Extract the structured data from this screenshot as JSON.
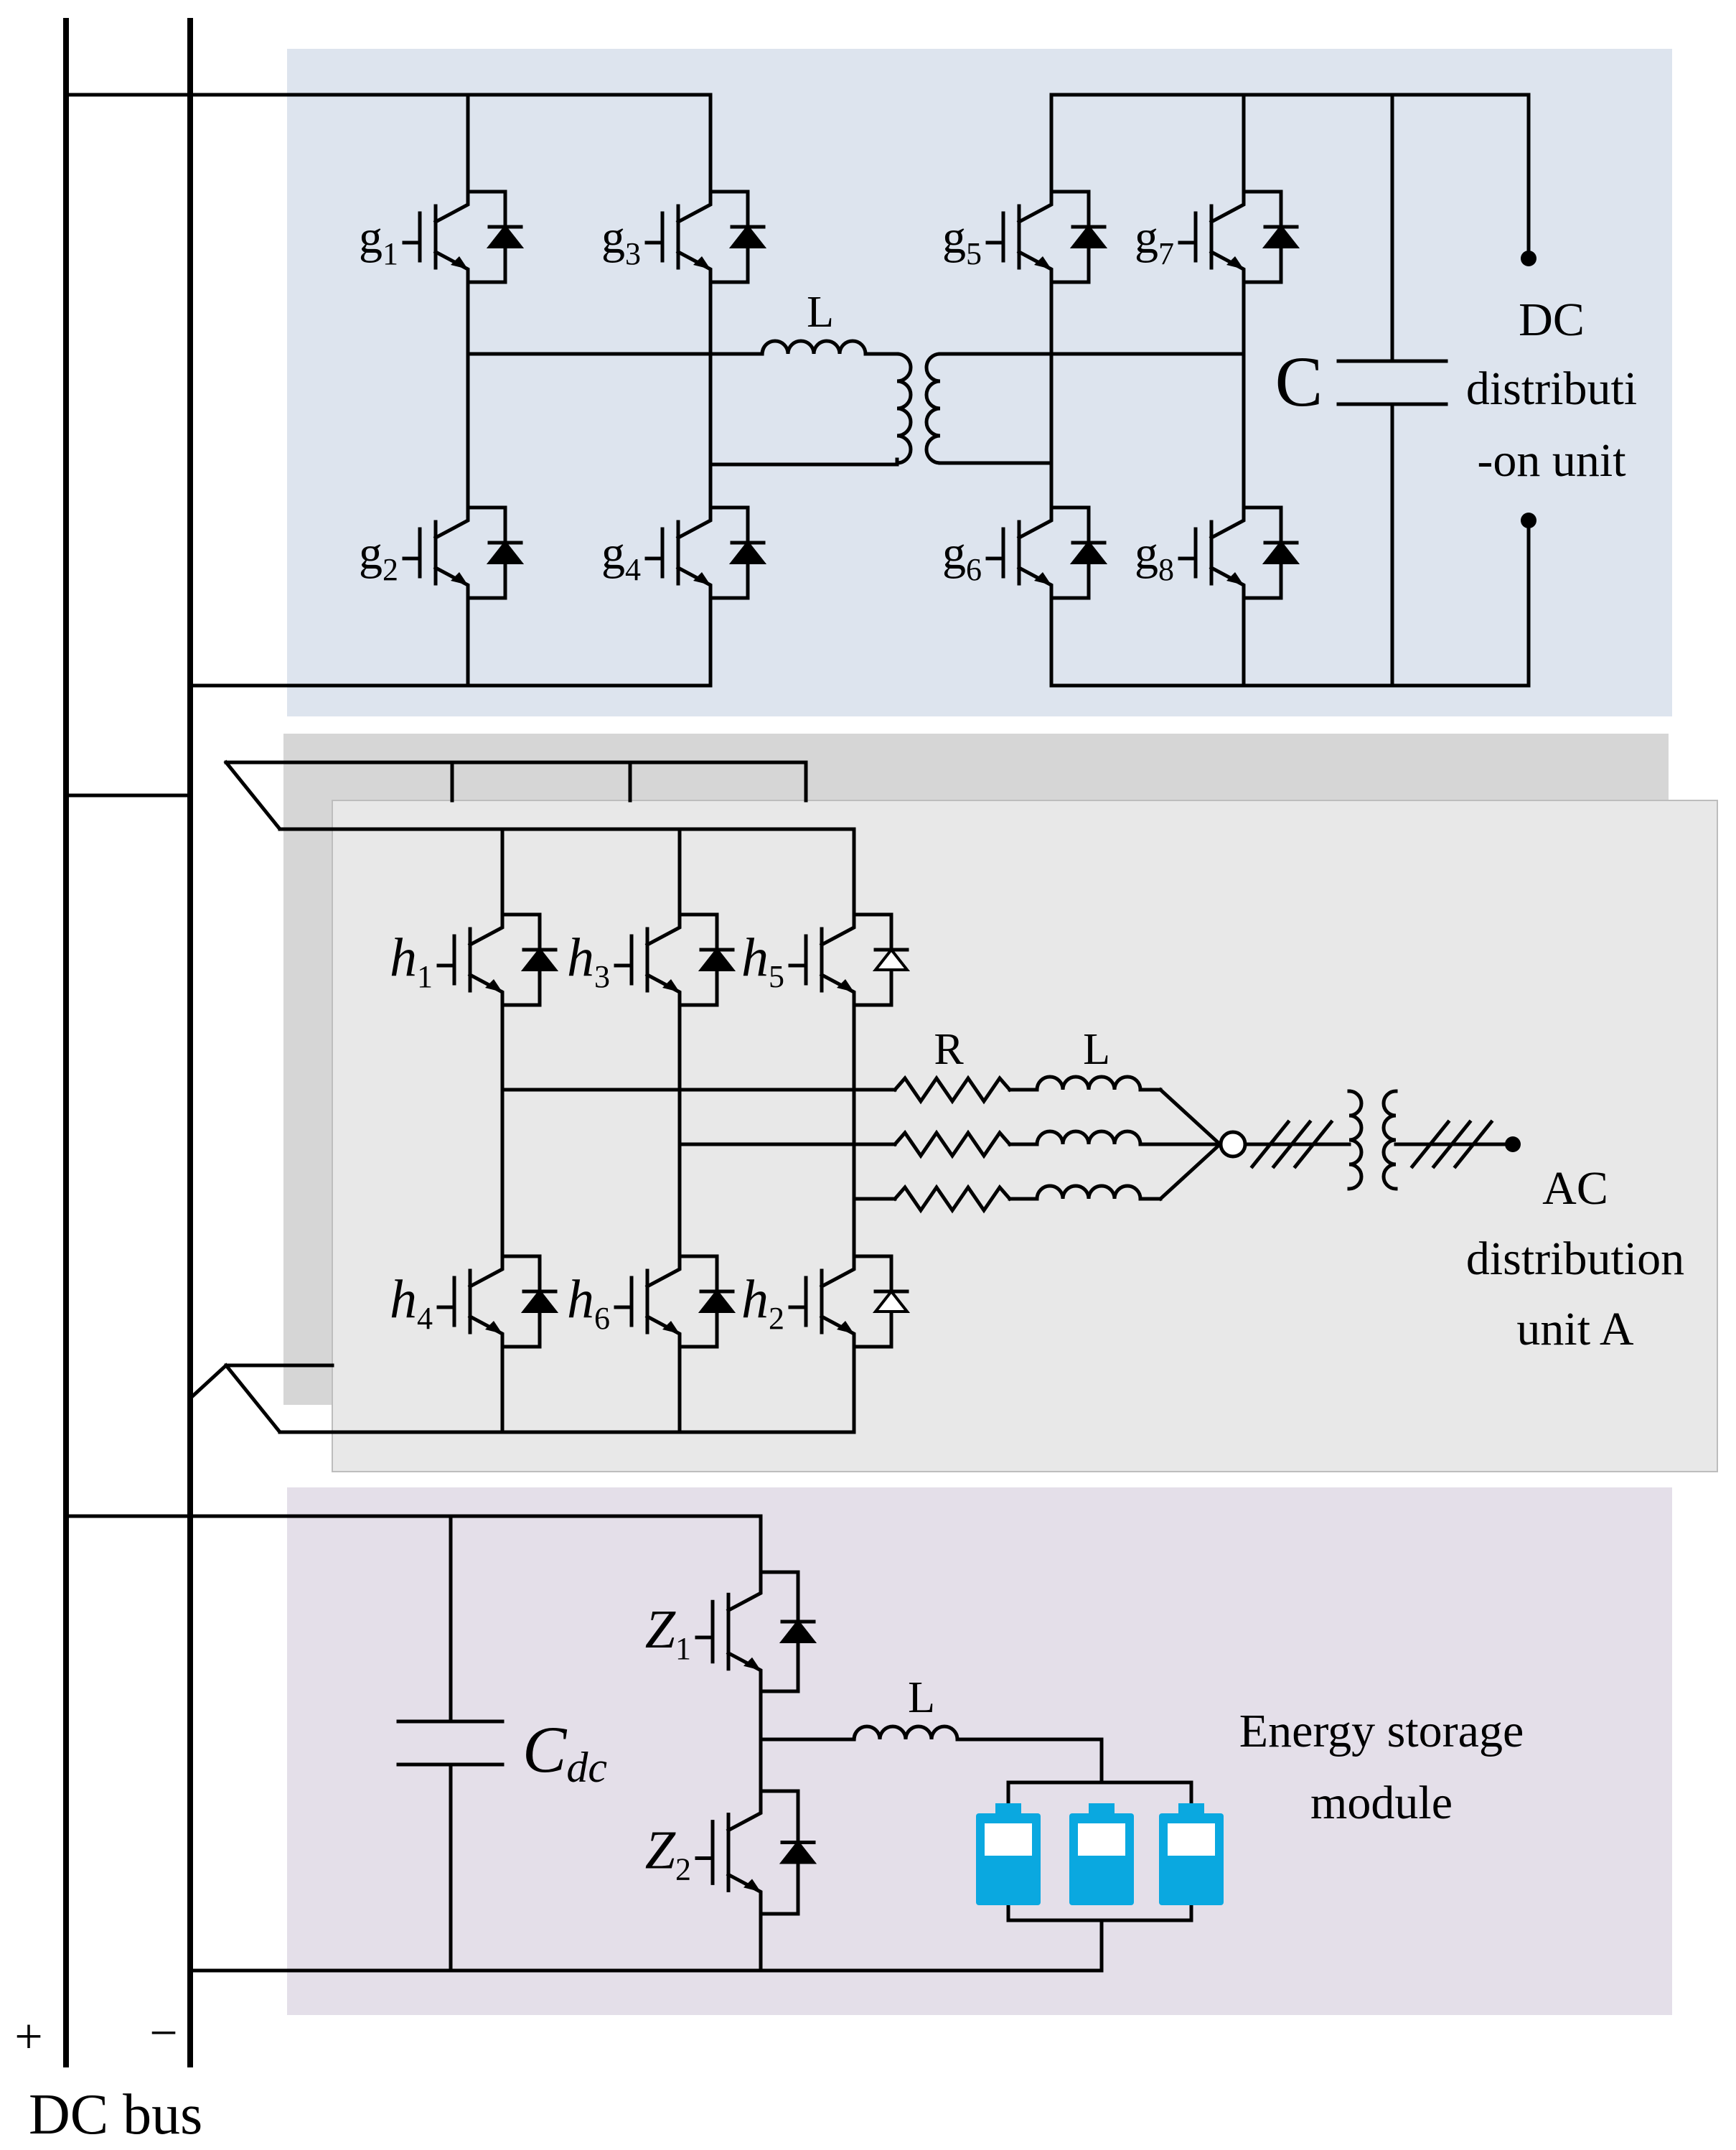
{
  "colors": {
    "dc_unit_bg": "#dde4ee",
    "ac_back_bg": "#d6d6d6",
    "ac_front_bg": "#e8e8e8",
    "ess_bg": "#e4dfe9",
    "battery": "#0aa8e0"
  },
  "dc_bus": {
    "label": "DC bus",
    "plus": "+",
    "minus": "−"
  },
  "dc_unit": {
    "label_lines": [
      "DC",
      "distributi",
      "-on unit"
    ],
    "inductor_label": "L",
    "capacitor_label": "C",
    "switches": [
      {
        "base": "g",
        "sub": "1"
      },
      {
        "base": "g",
        "sub": "3"
      },
      {
        "base": "g",
        "sub": "5"
      },
      {
        "base": "g",
        "sub": "7"
      },
      {
        "base": "g",
        "sub": "2"
      },
      {
        "base": "g",
        "sub": "4"
      },
      {
        "base": "g",
        "sub": "6"
      },
      {
        "base": "g",
        "sub": "8"
      }
    ]
  },
  "ac_unit": {
    "label_lines": [
      "AC",
      "distribution",
      "unit A"
    ],
    "resistor_label": "R",
    "inductor_label": "L",
    "switches": [
      {
        "base": "h",
        "sub": "1"
      },
      {
        "base": "h",
        "sub": "3"
      },
      {
        "base": "h",
        "sub": "5"
      },
      {
        "base": "h",
        "sub": "4"
      },
      {
        "base": "h",
        "sub": "6"
      },
      {
        "base": "h",
        "sub": "2"
      }
    ]
  },
  "ess_unit": {
    "label_lines": [
      "Energy storage",
      "module"
    ],
    "capacitor_label": {
      "base": "C",
      "sub": "dc"
    },
    "inductor_label": "L",
    "switches": [
      {
        "base": "Z",
        "sub": "1"
      },
      {
        "base": "Z",
        "sub": "2"
      }
    ]
  }
}
